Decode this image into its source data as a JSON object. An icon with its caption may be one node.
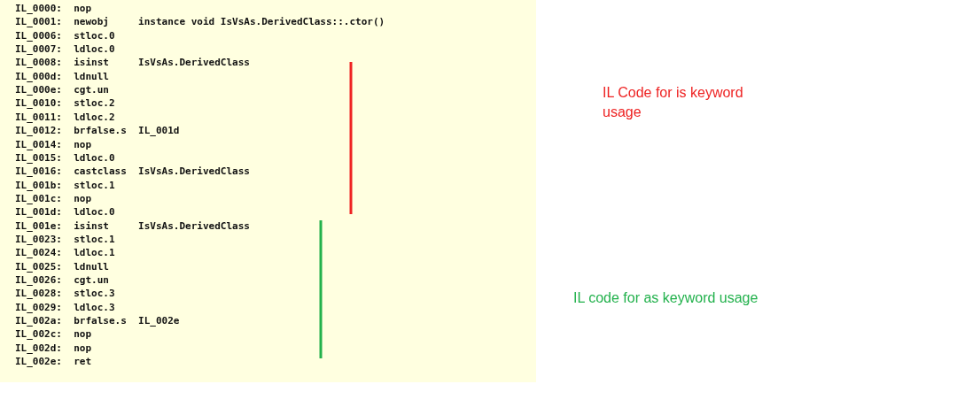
{
  "diagram": {
    "labels": [
      "IL_0000:  nop",
      "IL_0001:  newobj     instance void IsVsAs.DerivedClass::.ctor()",
      "IL_0006:  stloc.0",
      "IL_0007:  ldloc.0",
      "IL_0008:  isinst     IsVsAs.DerivedClass",
      "IL_000d:  ldnull",
      "IL_000e:  cgt.un",
      "IL_0010:  stloc.2",
      "IL_0011:  ldloc.2",
      "IL_0012:  brfalse.s  IL_001d",
      "IL_0014:  nop",
      "IL_0015:  ldloc.0",
      "IL_0016:  castclass  IsVsAs.DerivedClass",
      "IL_001b:  stloc.1",
      "IL_001c:  nop",
      "IL_001d:  ldloc.0",
      "IL_001e:  isinst     IsVsAs.DerivedClass",
      "IL_0023:  stloc.1",
      "IL_0024:  ldloc.1",
      "IL_0025:  ldnull",
      "IL_0026:  cgt.un",
      "IL_0028:  stloc.3",
      "IL_0029:  ldloc.3",
      "IL_002a:  brfalse.s  IL_002e",
      "IL_002c:  nop",
      "IL_002d:  nop",
      "IL_002e:  ret",
      "IL Code for is keyword usage",
      "IL code for as keyword usage"
    ]
  }
}
